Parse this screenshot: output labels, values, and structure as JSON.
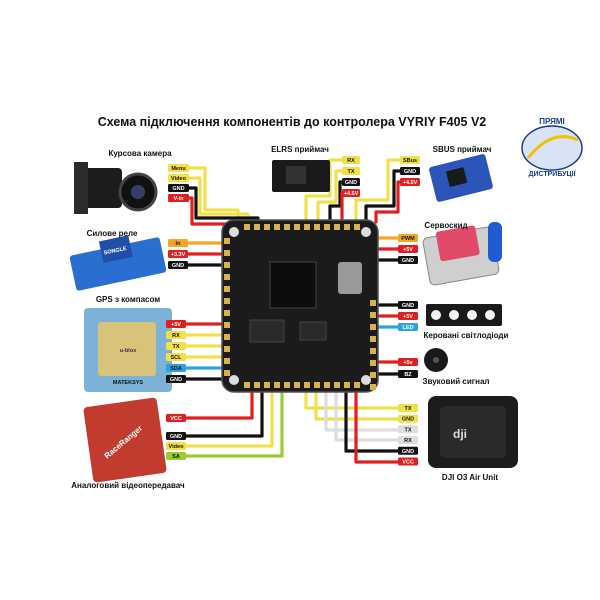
{
  "title": "Схема підключення компонентів до контролера VYRIY F405 V2",
  "logo": {
    "line1": "ПРЯМІ",
    "line2": "ДИСТРИБУЦІЇ"
  },
  "components": {
    "camera": "Курсова камера",
    "relay": "Силове реле",
    "gps": "GPS з компасом",
    "vtx": "Аналоговий відеопередавач",
    "elrs": "ELRS приймач",
    "sbus": "SBUS приймач",
    "servo": "Сервоскид",
    "leds": "Керовані світлодіоди",
    "buzzer": "Звуковий сигнал",
    "dji": "DJI O3 Air Unit"
  },
  "device_text": {
    "gps_brand": "MATEKSYS",
    "gps_chip": "u-blox",
    "vtx_brand": "RaceRanger",
    "relay_brand": "SONGLE"
  },
  "pins": {
    "camera": [
      {
        "label": "Menu",
        "color": "#f2e04a",
        "text": "#111111"
      },
      {
        "label": "Video",
        "color": "#f2e04a",
        "text": "#111111"
      },
      {
        "label": "GND",
        "color": "#111111",
        "text": "#ffffff"
      },
      {
        "label": "V-in",
        "color": "#e02020",
        "text": "#ffffff"
      }
    ],
    "relay": [
      {
        "label": "In",
        "color": "#f5a623",
        "text": "#111111"
      },
      {
        "label": "+3.3V",
        "color": "#e02020",
        "text": "#ffffff"
      },
      {
        "label": "GND",
        "color": "#111111",
        "text": "#ffffff"
      }
    ],
    "gps": [
      {
        "label": "+5V",
        "color": "#e02020",
        "text": "#ffffff"
      },
      {
        "label": "RX",
        "color": "#f2e04a",
        "text": "#111111"
      },
      {
        "label": "TX",
        "color": "#f2e04a",
        "text": "#111111"
      },
      {
        "label": "SCL",
        "color": "#f2e04a",
        "text": "#111111"
      },
      {
        "label": "SDA",
        "color": "#2aa3e0",
        "text": "#111111"
      },
      {
        "label": "GND",
        "color": "#111111",
        "text": "#ffffff"
      }
    ],
    "vtx": [
      {
        "label": "VCC",
        "color": "#e02020",
        "text": "#ffffff"
      },
      {
        "label": "GND",
        "color": "#111111",
        "text": "#ffffff"
      },
      {
        "label": "Video",
        "color": "#f2e04a",
        "text": "#111111"
      },
      {
        "label": "SA",
        "color": "#9acd32",
        "text": "#111111"
      }
    ],
    "elrs": [
      {
        "label": "RX",
        "color": "#f2e04a",
        "text": "#111111"
      },
      {
        "label": "TX",
        "color": "#f2e04a",
        "text": "#111111"
      },
      {
        "label": "GND",
        "color": "#111111",
        "text": "#ffffff"
      },
      {
        "label": "+4.5V",
        "color": "#e02020",
        "text": "#ffffff"
      }
    ],
    "sbus": [
      {
        "label": "SBus",
        "color": "#f2e04a",
        "text": "#111111"
      },
      {
        "label": "GND",
        "color": "#111111",
        "text": "#ffffff"
      },
      {
        "label": "+4.5V",
        "color": "#e02020",
        "text": "#ffffff"
      }
    ],
    "servo": [
      {
        "label": "PWM",
        "color": "#f5a623",
        "text": "#111111"
      },
      {
        "label": "+5V",
        "color": "#e02020",
        "text": "#ffffff"
      },
      {
        "label": "GND",
        "color": "#111111",
        "text": "#ffffff"
      }
    ],
    "leds": [
      {
        "label": "GND",
        "color": "#111111",
        "text": "#ffffff"
      },
      {
        "label": "+5V",
        "color": "#e02020",
        "text": "#ffffff"
      },
      {
        "label": "LED",
        "color": "#2aa3e0",
        "text": "#ffffff"
      }
    ],
    "buzzer": [
      {
        "label": "+5v",
        "color": "#e02020",
        "text": "#ffffff"
      },
      {
        "label": "BZ",
        "color": "#111111",
        "text": "#ffffff"
      }
    ],
    "dji": [
      {
        "label": "TX",
        "color": "#f2e04a",
        "text": "#111111"
      },
      {
        "label": "GND",
        "color": "#f2e04a",
        "text": "#111111"
      },
      {
        "label": "TX",
        "color": "#dddddd",
        "text": "#111111"
      },
      {
        "label": "RX",
        "color": "#dddddd",
        "text": "#111111"
      },
      {
        "label": "GND",
        "color": "#111111",
        "text": "#ffffff"
      },
      {
        "label": "VCC",
        "color": "#e02020",
        "text": "#ffffff"
      }
    ]
  },
  "colors": {
    "red": "#e02020",
    "yellow": "#f2e04a",
    "black": "#111111",
    "orange": "#f5a623",
    "blue": "#2aa3e0",
    "green": "#9acd32",
    "board": "#1b1b1b"
  }
}
